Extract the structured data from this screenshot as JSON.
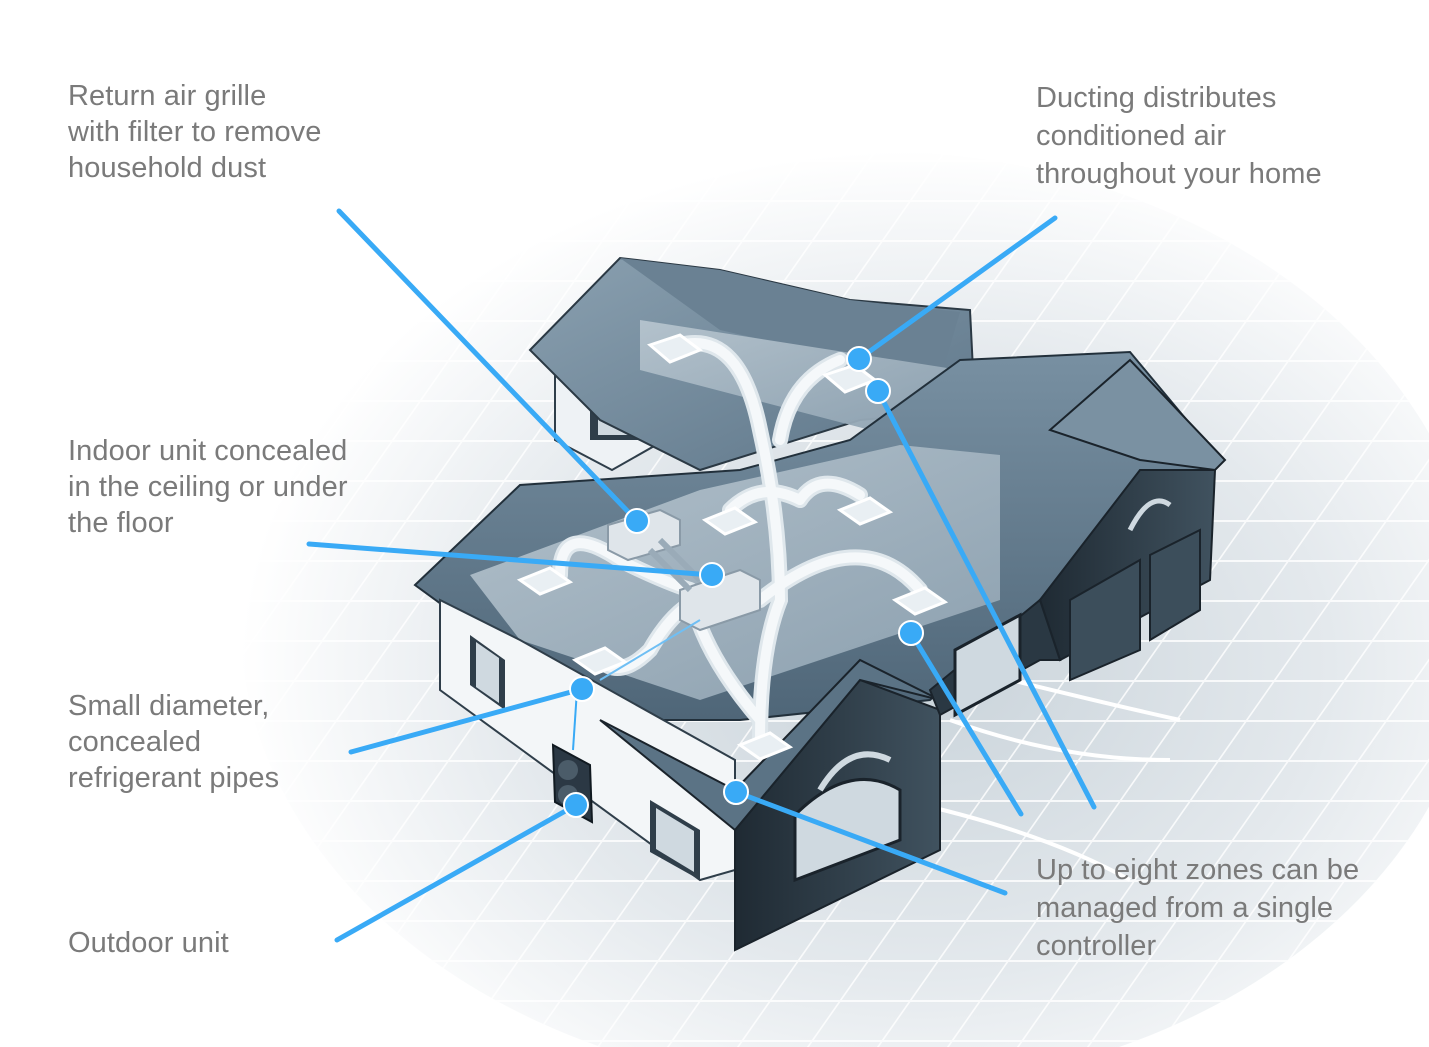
{
  "colors": {
    "callout": "#39aaf6",
    "label_text": "#7a7a7a",
    "roof": "#6f8798",
    "roof_dark": "#4a6274",
    "wall": "#2f3e4a",
    "duct": "#e6ecf0",
    "grid": "#dfe6ec"
  },
  "callouts": {
    "return_air": {
      "lines": [
        "Return air grille",
        "with filter to remove",
        "household dust"
      ]
    },
    "indoor_unit": {
      "lines": [
        "Indoor unit concealed",
        "in the ceiling or under",
        "the floor"
      ]
    },
    "pipes": {
      "lines": [
        "Small diameter,",
        "concealed",
        "refrigerant pipes"
      ]
    },
    "outdoor_unit": {
      "lines": [
        "Outdoor unit"
      ]
    },
    "ducting": {
      "lines": [
        "Ducting distributes",
        "conditioned air",
        "throughout your home"
      ]
    },
    "zones": {
      "lines": [
        "Up to eight zones can be",
        "managed from a single",
        "controller"
      ]
    }
  }
}
